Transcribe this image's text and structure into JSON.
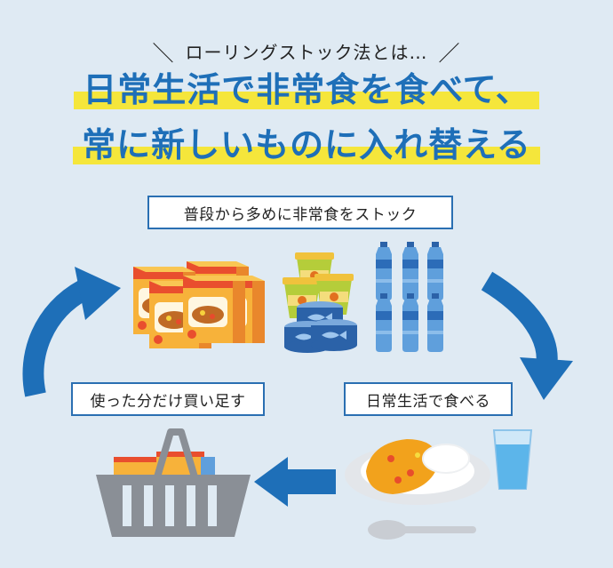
{
  "header": {
    "slash_left": "＼",
    "subtitle": "ローリングストック法とは…",
    "slash_right": "／",
    "headline_line1": "日常生活で非常食を食べて、",
    "headline_line2": "常に新しいものに入れ替える"
  },
  "steps": {
    "stockpile": "普段から多めに非常食をストック",
    "eat": "日常生活で食べる",
    "replenish": "使った分だけ買い足す"
  },
  "colors": {
    "background": "#dfeaf3",
    "accent_blue": "#1e6fb8",
    "highlight_yellow": "#f5e63b",
    "label_border": "#2a6fb2"
  },
  "icons": [
    "curry-retort-boxes-icon",
    "canned-food-icon",
    "water-bottles-icon",
    "curry-plate-icon",
    "water-glass-icon",
    "spoon-icon",
    "shopping-basket-icon",
    "cycle-arrow-icon"
  ]
}
